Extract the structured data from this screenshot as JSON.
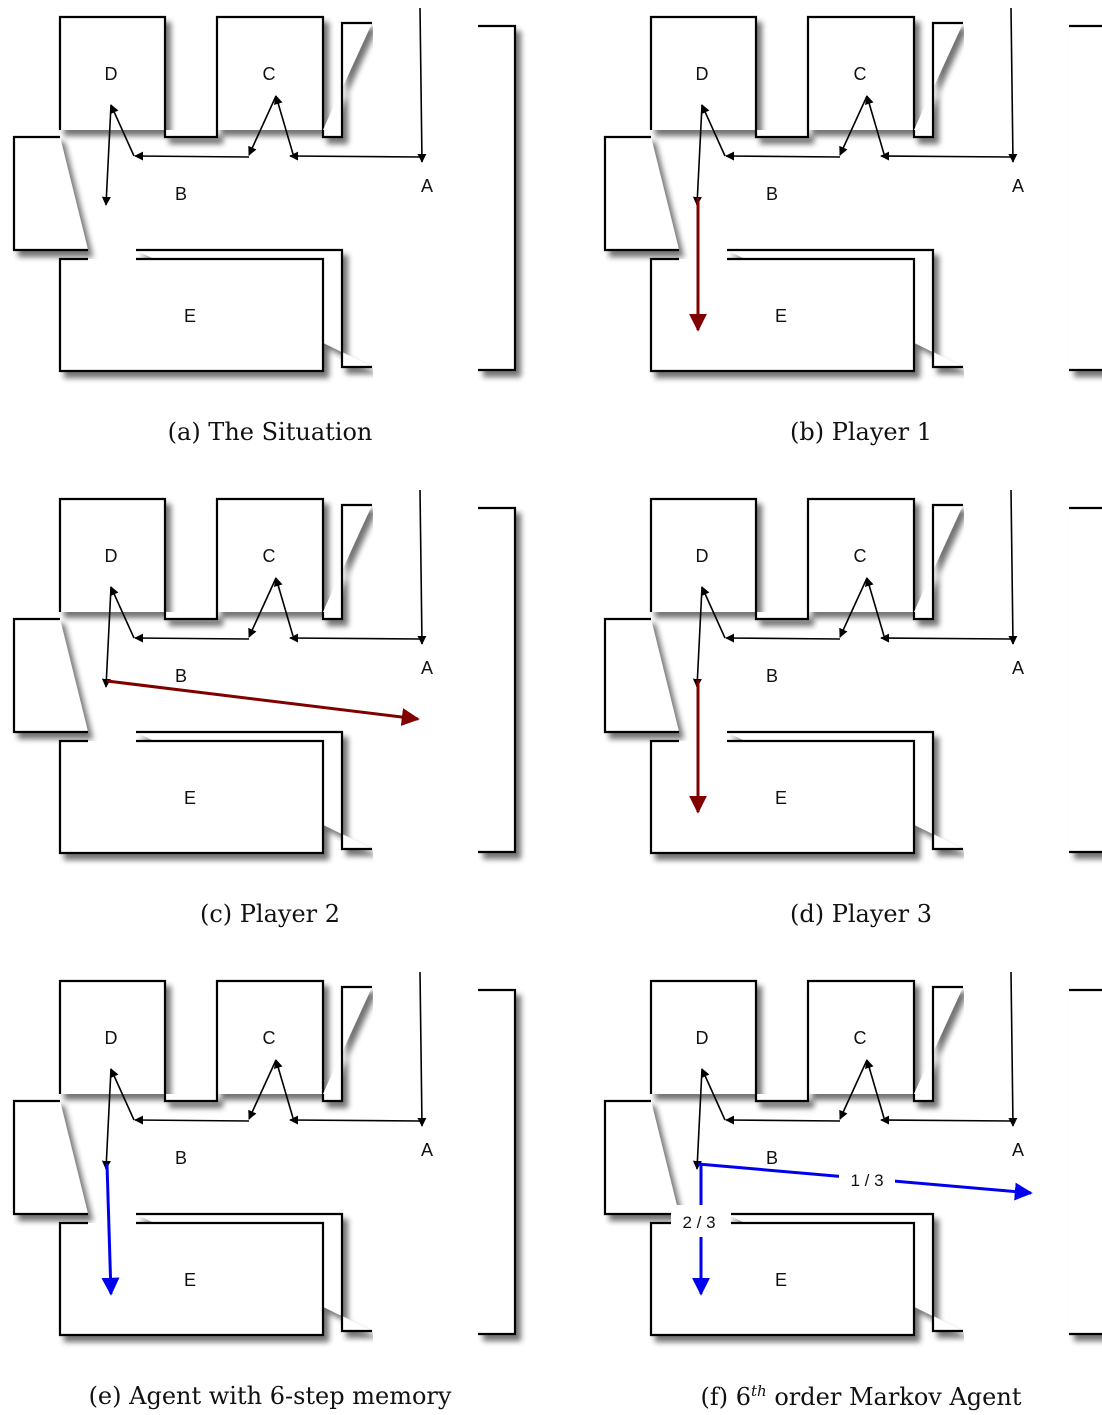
{
  "panels": [
    {
      "id": "a",
      "caption": "(a) The Situation",
      "overlay": "none"
    },
    {
      "id": "b",
      "caption": "(b) Player 1",
      "overlay": "down-red"
    },
    {
      "id": "c",
      "caption": "(c) Player 2",
      "overlay": "right-red"
    },
    {
      "id": "d",
      "caption": "(d) Player 3",
      "overlay": "down-red"
    },
    {
      "id": "e",
      "caption": "(e) Agent with 6-step memory",
      "overlay": "down-blue"
    },
    {
      "id": "f",
      "caption_prefix": "(f) 6",
      "caption_sup": "th",
      "caption_suffix": " order Markov Agent",
      "overlay": "split-blue"
    }
  ],
  "rooms": {
    "a": "A",
    "b": "B",
    "c": "C",
    "d": "D",
    "e": "E"
  },
  "probabilities": {
    "right": "1 / 3",
    "down": "2 / 3"
  },
  "colors": {
    "human_path": "#800000",
    "agent_path": "#0000ee",
    "history_path": "#000000",
    "walls": "#000000"
  }
}
